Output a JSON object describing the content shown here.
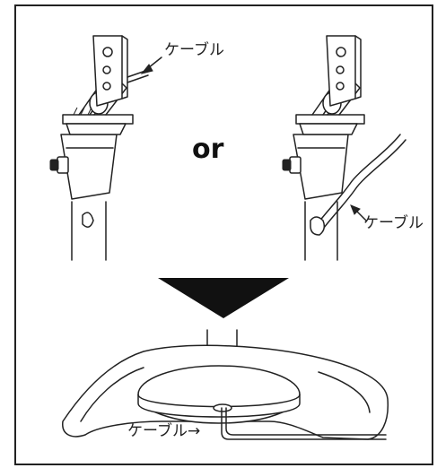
{
  "labels": {
    "cable_top_left": "ケーブル",
    "or_text": "or",
    "cable_top_right": "ケーブル",
    "cable_bottom": "ケーブル→"
  },
  "colors": {
    "line": "#222222",
    "arrow": "#111111",
    "background": "#ffffff",
    "frame": "#222222"
  },
  "icons": {
    "down_arrow": "down-triangle-arrow"
  }
}
